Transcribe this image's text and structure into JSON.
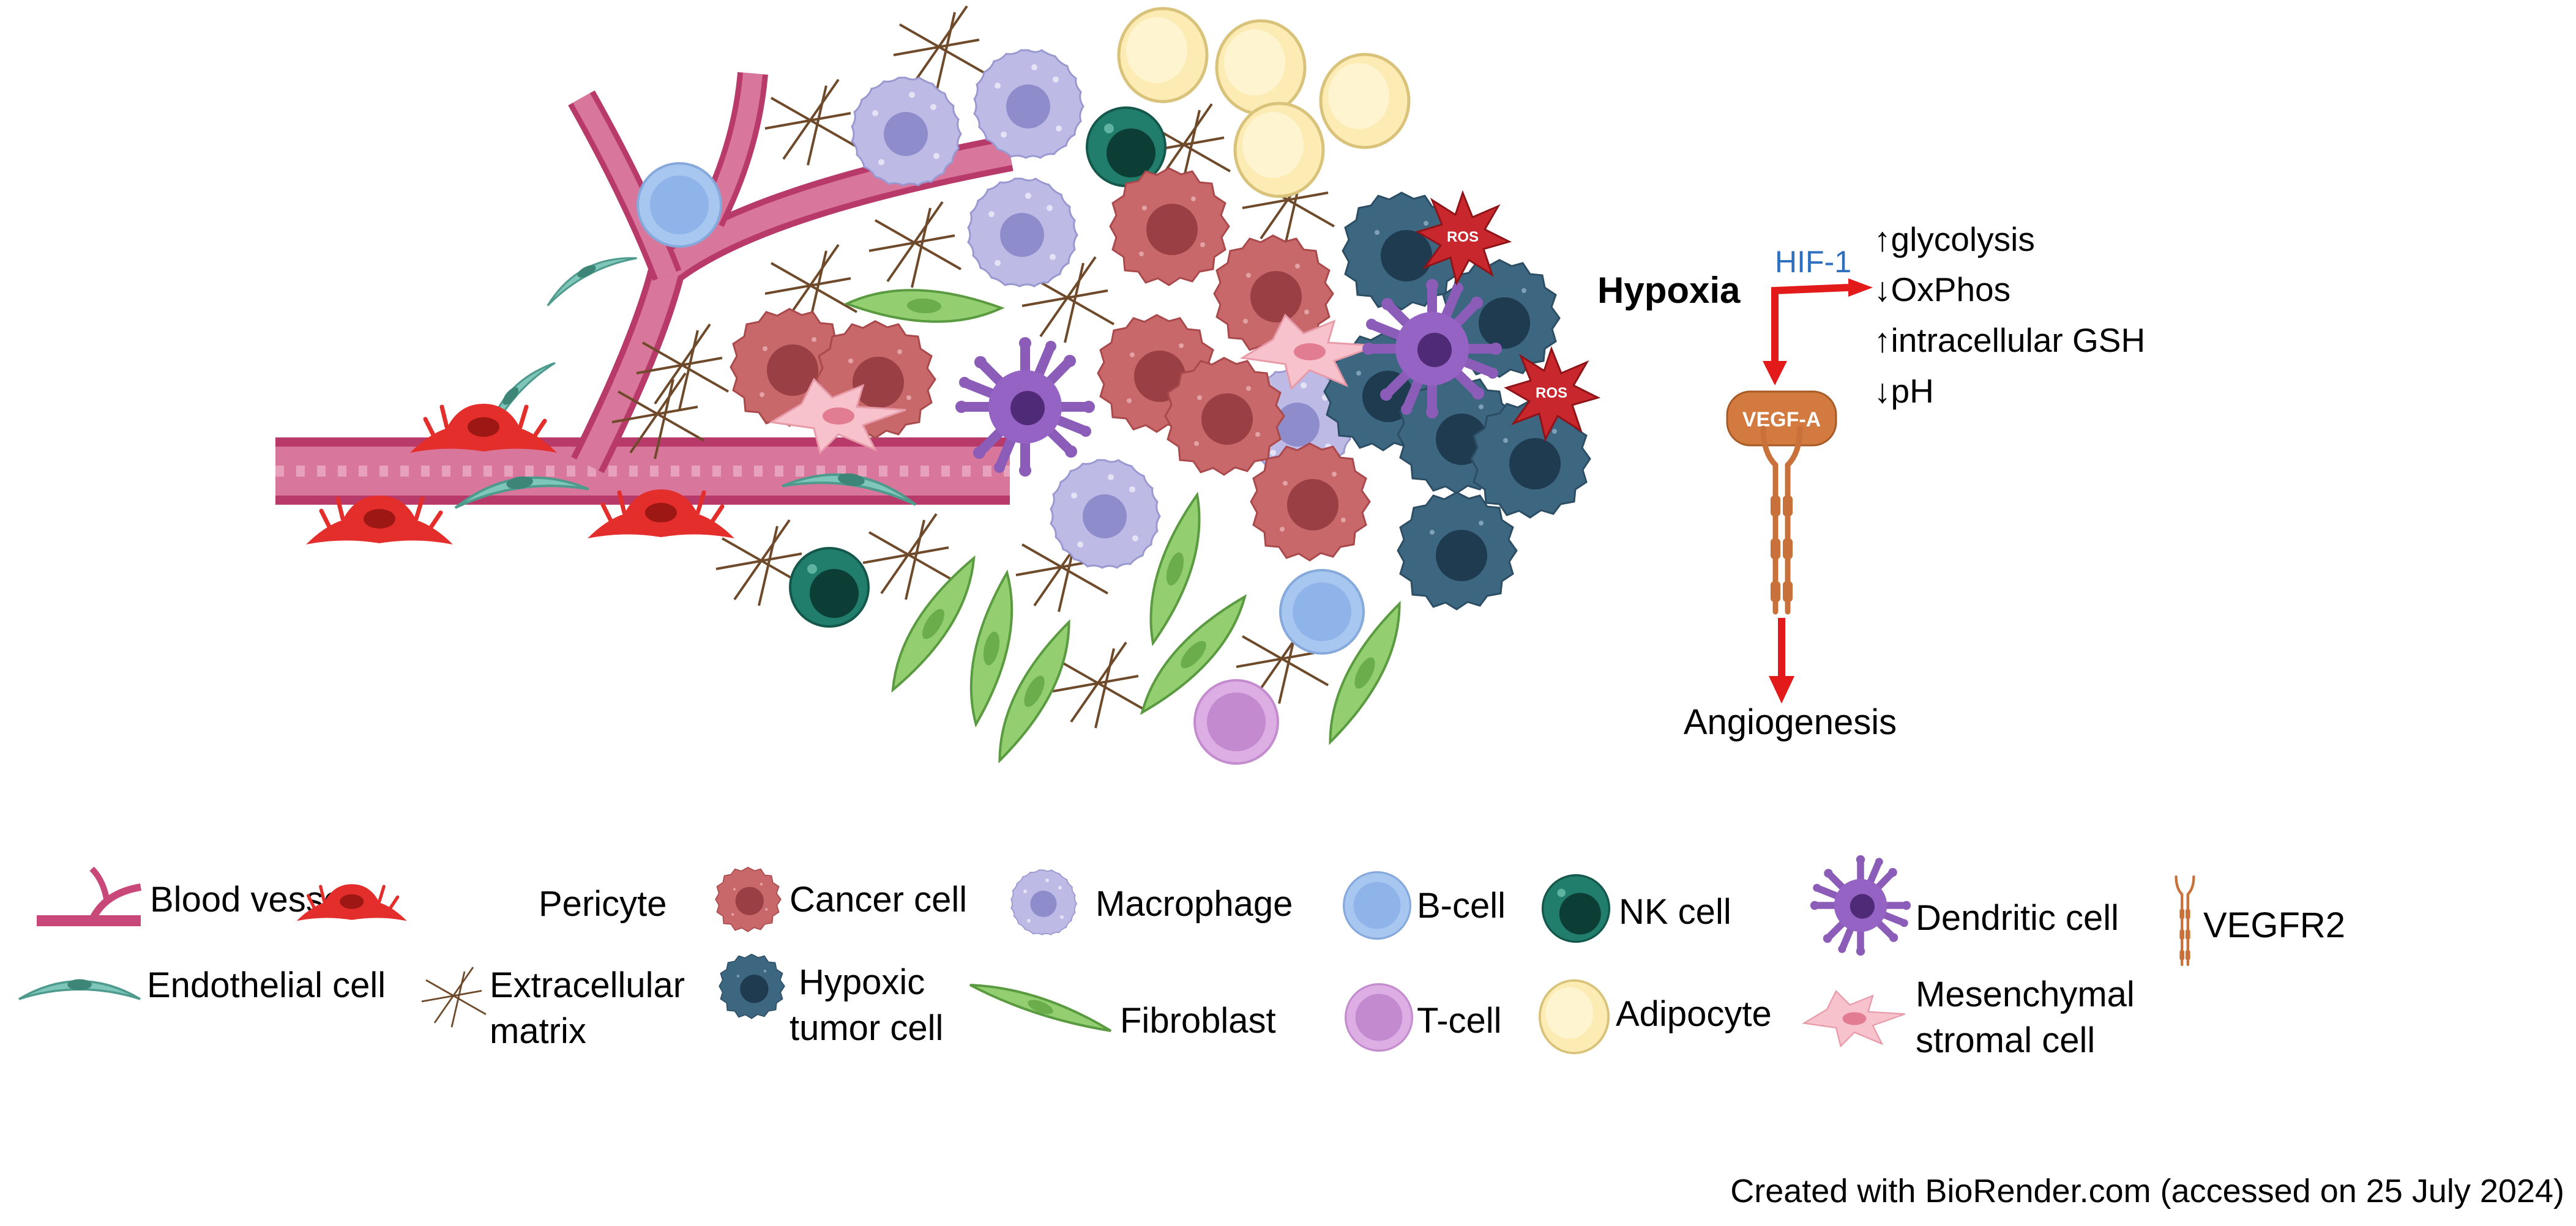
{
  "pathway": {
    "hypoxia": "Hypoxia",
    "hif": "HIF-1",
    "effects": [
      {
        "arrow": "↑",
        "text": "glycolysis"
      },
      {
        "arrow": "↓",
        "text": "OxPhos"
      },
      {
        "arrow": "↑",
        "text": "intracellular GSH"
      },
      {
        "arrow": "↓",
        "text": "pH"
      }
    ],
    "vegf": "VEGF-A",
    "outcome": "Angiogenesis"
  },
  "legend": {
    "blood_vessel": "Blood vessel",
    "pericyte": "Pericyte",
    "cancer_cell": "Cancer cell",
    "macrophage": "Macrophage",
    "b_cell": "B-cell",
    "nk_cell": "NK cell",
    "dendritic_cell": "Dendritic cell",
    "vegfr2": "VEGFR2",
    "endothelial_cell": "Endothelial cell",
    "ecm_line1": "Extracellular",
    "ecm_line2": "matrix",
    "hypoxic_line1": "Hypoxic",
    "hypoxic_line2": "tumor cell",
    "fibroblast": "Fibroblast",
    "t_cell": "T-cell",
    "adipocyte": "Adipocyte",
    "msc_line1": "Mesenchymal",
    "msc_line2": "stromal cell"
  },
  "ros_label": "ROS",
  "credit": "Created with BioRender.com (accessed on 25 July 2024)",
  "colors": {
    "vessel": "#c9487a",
    "pericyte": "#e5322f",
    "cancer": "#c16265",
    "macrophage": "#b7b6e3",
    "b_cell": "#a3c4ef",
    "nk_cell": "#1f7b6b",
    "dendritic": "#8a5bb5",
    "hypoxic": "#3c6580",
    "fibroblast": "#8fcb6d",
    "t_cell": "#d7a7df",
    "adipocyte": "#fbeab0",
    "msc": "#f6bfc9",
    "ecm": "#6b4a2c",
    "receptor": "#c9713a",
    "arrow": "#e31a1a",
    "hif_text": "#2f6fc0"
  }
}
